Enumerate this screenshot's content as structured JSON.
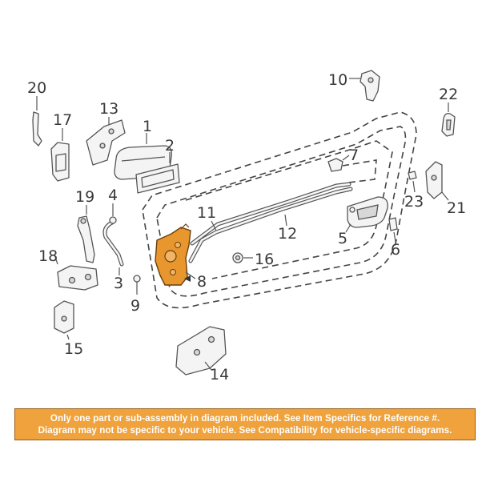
{
  "diagram": {
    "callouts": {
      "c1": "1",
      "c2": "2",
      "c3": "3",
      "c4": "4",
      "c5": "5",
      "c6": "6",
      "c7": "7",
      "c8": "8",
      "c9": "9",
      "c10": "10",
      "c11": "11",
      "c12": "12",
      "c13": "13",
      "c14": "14",
      "c15": "15",
      "c16": "16",
      "c17": "17",
      "c18": "18",
      "c19": "19",
      "c20": "20",
      "c21": "21",
      "c22": "22",
      "c23": "23"
    },
    "highlight_color": "#e8962e",
    "highlighted_part": "8"
  },
  "notice": {
    "line1": "Only one part or sub-assembly in diagram included. See Item Specifics for Reference #.",
    "line2": "Diagram may not be specific to your vehicle. See Compatibility for vehicle-specific diagrams.",
    "background": "#f0a23c"
  }
}
